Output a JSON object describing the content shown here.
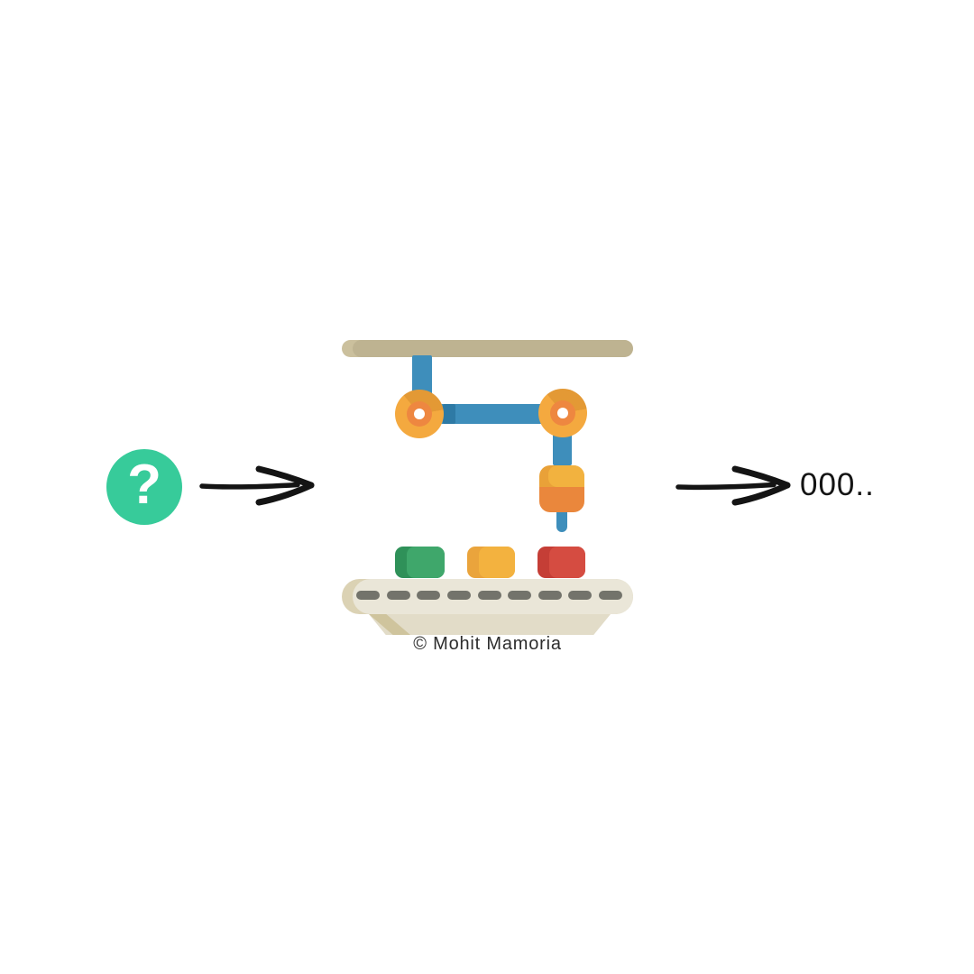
{
  "scene": {
    "background": "#FFFFFF",
    "input": {
      "symbol": "?",
      "circle_color": "#37CB9A",
      "symbol_color": "#FFFFFF"
    },
    "arrows": {
      "color": "#141414",
      "count": 2,
      "style": "hand-drawn chevron arrow pointing right"
    },
    "output": {
      "text": "000..",
      "color": "#141414"
    },
    "caption": {
      "text": "© Mohit Mamoria",
      "color": "#2D2D2D"
    },
    "machine": {
      "description": "robot arm over conveyor belt with three blocks",
      "colors": {
        "ceiling_bar": "#BEB391",
        "ceiling_bar_cap": "#CBC09D",
        "arm": "#3E8EBB",
        "arm_shadow": "#2E7AA5",
        "joint_outer": "#F4A93F",
        "joint_inner": "#EE8740",
        "joint_hub": "#FFFFFF",
        "gripper_top": "#F2B23F",
        "gripper_top_shade": "#E9A138",
        "gripper_bottom": "#EA873C",
        "conveyor": "#EAE6D8",
        "conveyor_cap": "#DBD2B4",
        "dash": "#73736B",
        "base": "#E2DCC8",
        "base_shade": "#CFC49D"
      },
      "blocks": [
        {
          "name": "green",
          "main": "#3FA76B",
          "shade": "#2F9159"
        },
        {
          "name": "yellow",
          "main": "#F3B23F",
          "shade": "#EAA43C"
        },
        {
          "name": "red",
          "main": "#D54C41",
          "shade": "#C53E36"
        }
      ],
      "belt_dash_count": 9
    }
  }
}
